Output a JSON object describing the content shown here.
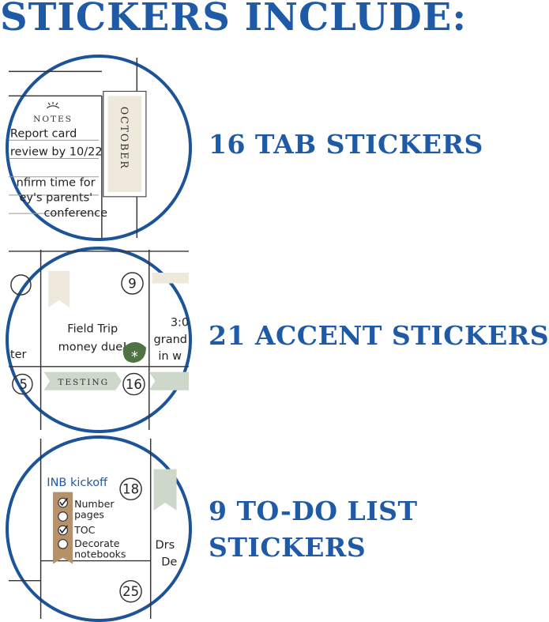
{
  "heading": "STICKERS INCLUDE:",
  "colors": {
    "brand_blue": "#1f5aa6",
    "ring_blue": "#1d5499",
    "cream": "#efe9dc",
    "sage": "#cdd8cb",
    "dark_green": "#4f7342",
    "kraft": "#b6926a"
  },
  "items": [
    {
      "label": "16 TAB STICKERS",
      "illustration": {
        "notes_title": "NOTES",
        "tab_text": "OCTOBER",
        "lines": [
          "Report card",
          "review by 10/22",
          "nfirm time for",
          "ey's parents'",
          "conference"
        ]
      }
    },
    {
      "label": "21 ACCENT STICKERS",
      "illustration": {
        "day_number_top": "9",
        "day_number_bottom": "16",
        "note_line_1": "Field Trip",
        "note_line_2": "money due!",
        "banner_text": "TESTING",
        "right_time": "3:0",
        "right_line_1": "grand",
        "right_line_2": "in w",
        "left_partial": "ter",
        "left_number": "5"
      }
    },
    {
      "label_line_1": "9 TO-DO LIST",
      "label_line_2": "STICKERS",
      "illustration": {
        "title": "INB kickoff",
        "day_number_top": "18",
        "day_number_bottom": "25",
        "todo_1": "Number",
        "todo_1b": "pages",
        "todo_2": "TOC",
        "todo_3": "Decorate",
        "todo_3b": "notebooks",
        "right_partial_1": "Drs",
        "right_partial_2": "De"
      }
    }
  ]
}
